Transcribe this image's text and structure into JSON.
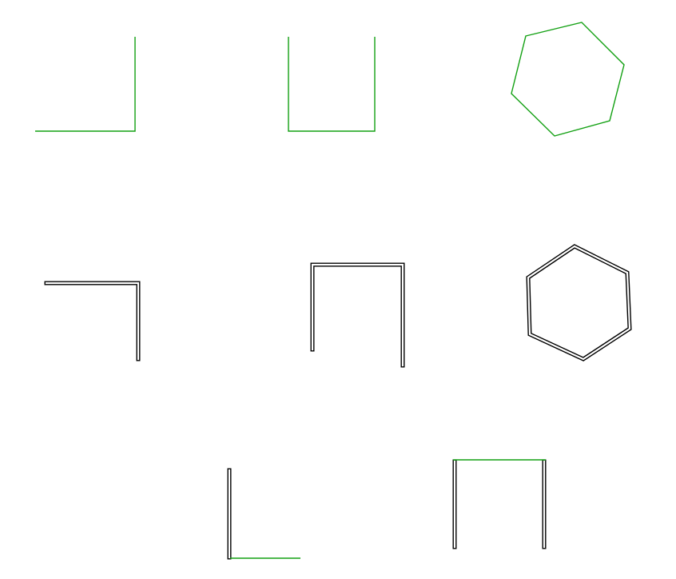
{
  "colors": {
    "background": "#ffffff",
    "single_line": "#12a012",
    "double_line_outer": "#000000",
    "double_line_inner": "#ffffff"
  },
  "shapes": [
    {
      "name": "green-corner-shape",
      "style": "single green line",
      "kind": "open corner"
    },
    {
      "name": "green-u-shape",
      "style": "single green line",
      "kind": "open U"
    },
    {
      "name": "green-hexagon-shape",
      "style": "single green line",
      "kind": "closed hexagon"
    },
    {
      "name": "double-line-corner-shape",
      "style": "black double line",
      "kind": "open corner"
    },
    {
      "name": "double-line-u-shape",
      "style": "black double line",
      "kind": "open inverted U"
    },
    {
      "name": "double-line-hexagon-shape",
      "style": "black double line",
      "kind": "closed hexagon"
    },
    {
      "name": "mixed-corner-shape",
      "style": "double line with green segment",
      "kind": "open corner"
    },
    {
      "name": "mixed-u-shape",
      "style": "double line with green segment",
      "kind": "open inverted U"
    }
  ]
}
